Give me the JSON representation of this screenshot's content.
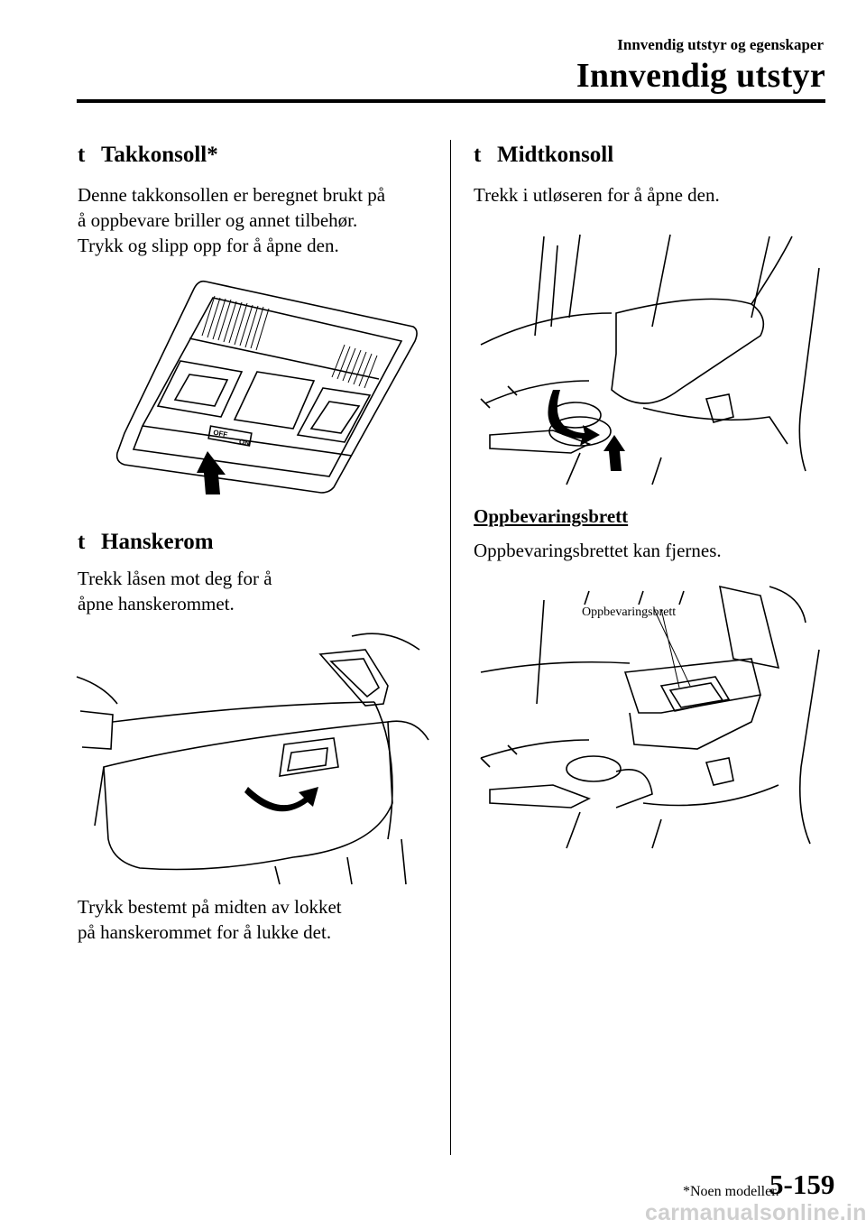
{
  "header": {
    "section_small": "Innvendig utstyr og egenskaper",
    "section_title": "Innvendig utstyr"
  },
  "left": {
    "s1": {
      "bullet": "t",
      "title": "Takkonsoll*",
      "lines": [
        "Denne takkonsollen er beregnet brukt på",
        "å oppbevare briller og annet tilbehør.",
        "Trykk og slipp opp for å åpne den."
      ],
      "switch_labels": [
        "OFF",
        "ON"
      ]
    },
    "s2": {
      "bullet": "t",
      "title": "Hanskerom",
      "lines": [
        "Trekk låsen mot deg for å",
        "åpne hanskerommet."
      ],
      "after_lines": [
        "Trykk bestemt på midten av lokket",
        "på hanskerommet for å lukke det."
      ]
    }
  },
  "right": {
    "s3": {
      "bullet": "t",
      "title": "Midtkonsoll",
      "line": "Trekk i utløseren for å åpne den.",
      "sub_heading": "Oppbevaringsbrett",
      "sub_line": "Oppbevaringsbrettet kan fjernes.",
      "callout": "Oppbevaringsbrett"
    }
  },
  "footer": {
    "note": "*Noen modeller.",
    "page": "5-159",
    "watermark": "carmanualsonline.info"
  }
}
